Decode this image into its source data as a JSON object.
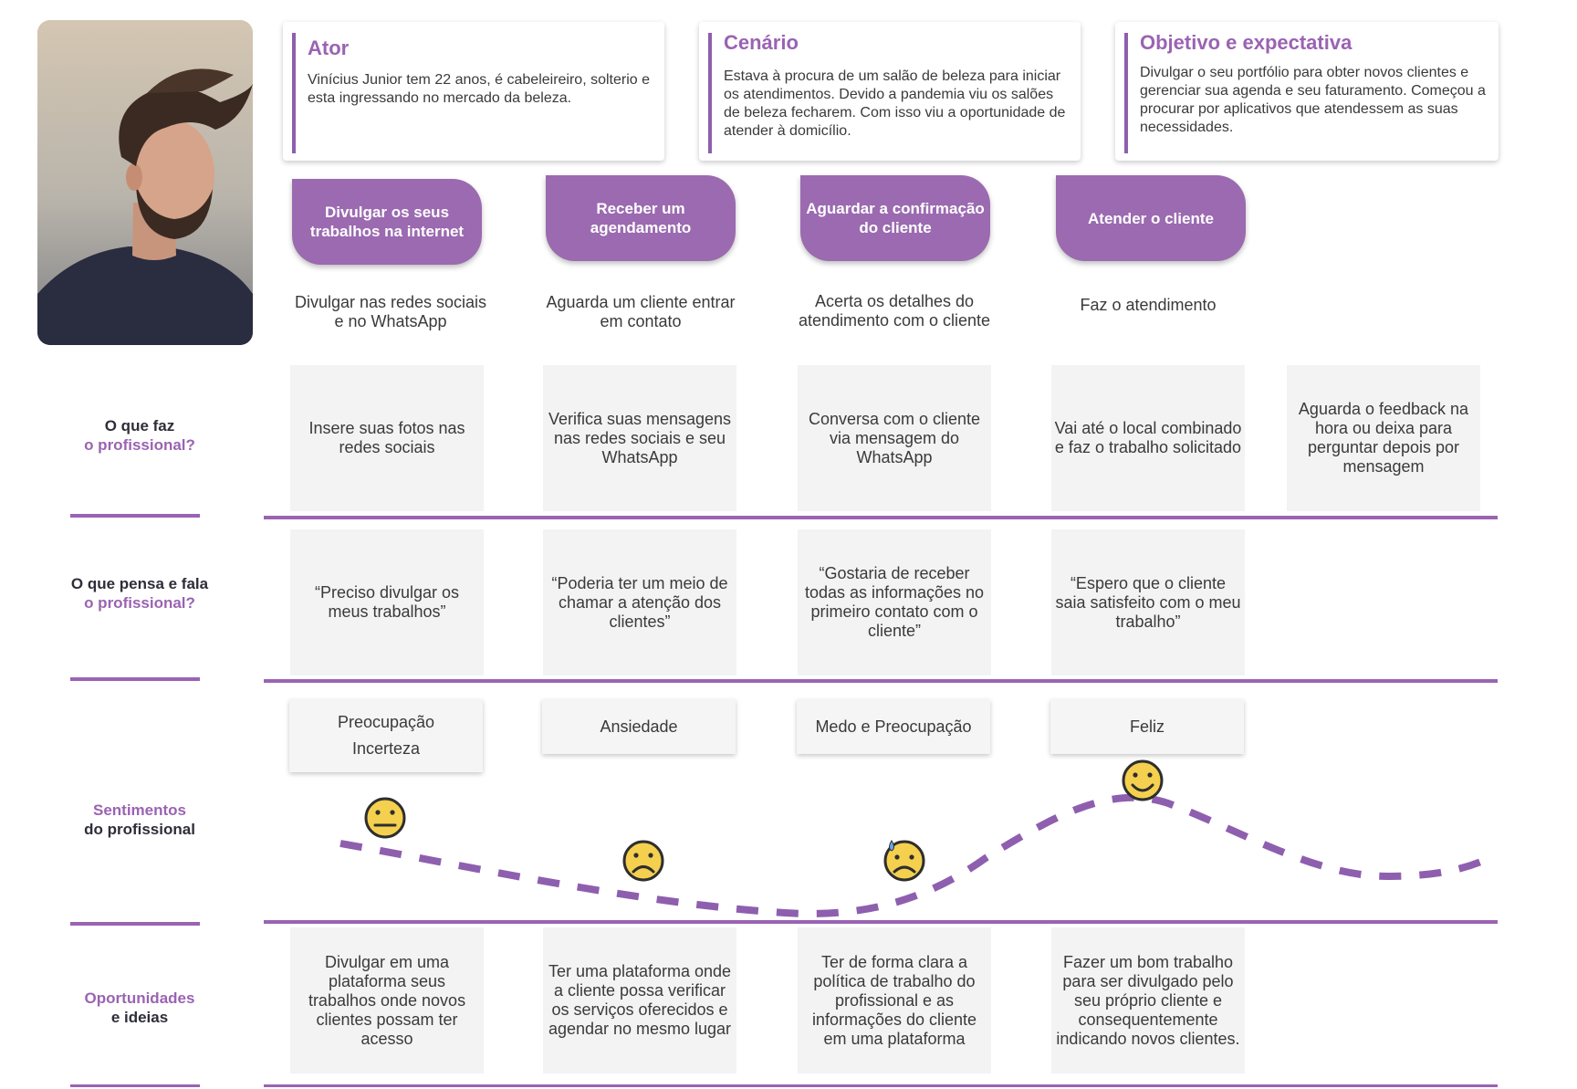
{
  "actor": {
    "title": "Ator",
    "text": "Vinícius Junior tem 22 anos, é cabeleireiro, solterio e esta ingressando no mercado da beleza."
  },
  "scenario": {
    "title": "Cenário",
    "text": "Estava à procura de um salão de beleza para iniciar os atendimentos. Devido a pandemia viu os salões de beleza fecharem. Com isso viu a oportunidade de atender à domicílio."
  },
  "goal": {
    "title": "Objetivo e expectativa",
    "text": "Divulgar o seu portfólio para obter novos clientes e gerenciar sua agenda e seu faturamento. Começou a procurar por aplicativos que atendessem as suas necessidades."
  },
  "steps": [
    {
      "label": "Divulgar os seus trabalhos na internet",
      "desc": "Divulgar nas redes sociais e no WhatsApp"
    },
    {
      "label": "Receber um agendamento",
      "desc": "Aguarda um cliente entrar em contato"
    },
    {
      "label": "Aguardar a confirmação do cliente",
      "desc": "Acerta os detalhes do atendimento com o cliente"
    },
    {
      "label": "Atender o cliente",
      "desc": "Faz o atendimento"
    }
  ],
  "rows": {
    "does": {
      "label_line1": "O que faz",
      "label_line2": "o profissional?",
      "cells": [
        "Insere suas fotos nas redes sociais",
        "Verifica suas mensagens nas redes sociais e seu WhatsApp",
        "Conversa com o cliente via mensagem do WhatsApp",
        "Vai até o local combinado e faz o trabalho solicitado",
        "Aguarda o feedback na hora ou deixa para perguntar depois por mensagem"
      ]
    },
    "thinks": {
      "label_line1": "O que pensa e fala",
      "label_line2": "o profissional?",
      "cells": [
        "“Preciso divulgar os meus trabalhos”",
        "“Poderia ter um meio de chamar a atenção dos clientes”",
        "“Gostaria de receber todas as informações no primeiro contato com o cliente”",
        "“Espero que o cliente saia satisfeito com o meu trabalho”"
      ]
    },
    "feelings": {
      "label_line1": "Sentimentos",
      "label_line2": "do profissional",
      "cards": [
        [
          "Preocupação",
          "Incerteza"
        ],
        [
          "Ansiedade"
        ],
        [
          "Medo e Preocupação"
        ],
        [
          "Feliz"
        ]
      ],
      "emotions": [
        "neutral-face-icon",
        "sad-face-icon",
        "anxious-sweat-face-icon",
        "happy-face-icon"
      ],
      "curve_color": "#8e5fae"
    },
    "opportunities": {
      "label_line1": "Oportunidades",
      "label_line2": "e ideias",
      "cells": [
        "Divulgar em uma plataforma seus trabalhos onde novos clientes possam ter acesso",
        "Ter uma plataforma onde a cliente possa verificar os serviços oferecidos e agendar no mesmo lugar",
        "Ter de forma clara a política de trabalho do profissional e as informações do cliente em uma plataforma",
        "Fazer um bom trabalho para ser divulgado pelo seu próprio cliente e consequentemente indicando novos clientes."
      ]
    }
  },
  "colors": {
    "accent": "#9a63b3",
    "step_bg": "#9b6ab0",
    "cell_bg": "#f3f3f3"
  }
}
